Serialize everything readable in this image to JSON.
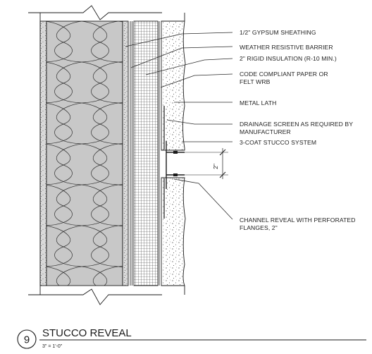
{
  "detail": {
    "number": "9",
    "title": "STUCCO REVEAL",
    "scale": "3\" = 1'-0\""
  },
  "dimension": "2\"",
  "callouts": [
    {
      "lines": [
        "1/2\" GYPSUM SHEATHING"
      ]
    },
    {
      "lines": [
        "WEATHER RESISTIVE BARRIER"
      ]
    },
    {
      "lines": [
        "2\" RIGID INSULATION (R-10 MIN.)"
      ]
    },
    {
      "lines": [
        "CODE COMPLIANT PAPER OR",
        "FELT WRB"
      ]
    },
    {
      "lines": [
        "METAL LATH"
      ]
    },
    {
      "lines": [
        "DRAINAGE SCREEN AS REQUIRED BY",
        "MANUFACTURER"
      ]
    },
    {
      "lines": [
        "3-COAT STUCCO SYSTEM"
      ]
    },
    {
      "lines": [
        "CHANNEL REVEAL WITH PERFORATED",
        "FLANGES, 2\""
      ]
    }
  ],
  "colors": {
    "line": "#1a1a1a",
    "batt_fill": "#c8c8c8",
    "gypsum_fill": "#d6d6d6",
    "background": "#ffffff"
  }
}
